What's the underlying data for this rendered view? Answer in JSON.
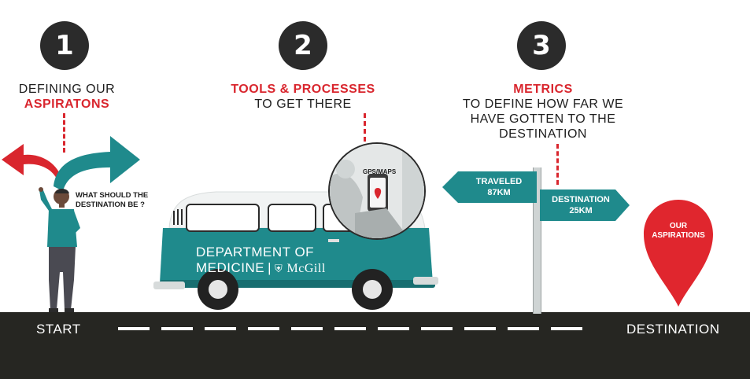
{
  "steps": [
    {
      "number": "1",
      "line1": "DEFINING OUR",
      "line2": "ASPIRATONS"
    },
    {
      "number": "2",
      "line1": "TOOLS & PROCESSES",
      "line2": "TO GET THERE"
    },
    {
      "number": "3",
      "line1": "METRICS",
      "line2": "TO DEFINE HOW FAR WE",
      "line3": "HAVE GOTTEN TO THE",
      "line4": "DESTINATION"
    }
  ],
  "person": {
    "question_line1": "WHAT SHOULD THE",
    "question_line2": "DESTINATION BE ?"
  },
  "van": {
    "line1": "DEPARTMENT OF",
    "line2": "MEDICINE",
    "logo": "McGill"
  },
  "gps": {
    "label": "GPS/MAPS"
  },
  "signpost": {
    "traveled_label": "TRAVELED",
    "traveled_value": "87KM",
    "destination_label": "DESTINATION",
    "destination_value": "25KM"
  },
  "pin": {
    "line1": "OUR",
    "line2": "ASPIRATIONS"
  },
  "road": {
    "start": "START",
    "end": "DESTINATION"
  },
  "colors": {
    "red": "#d9262e",
    "teal": "#1f8a8c",
    "dark": "#2b2b2b",
    "road": "#262622"
  }
}
